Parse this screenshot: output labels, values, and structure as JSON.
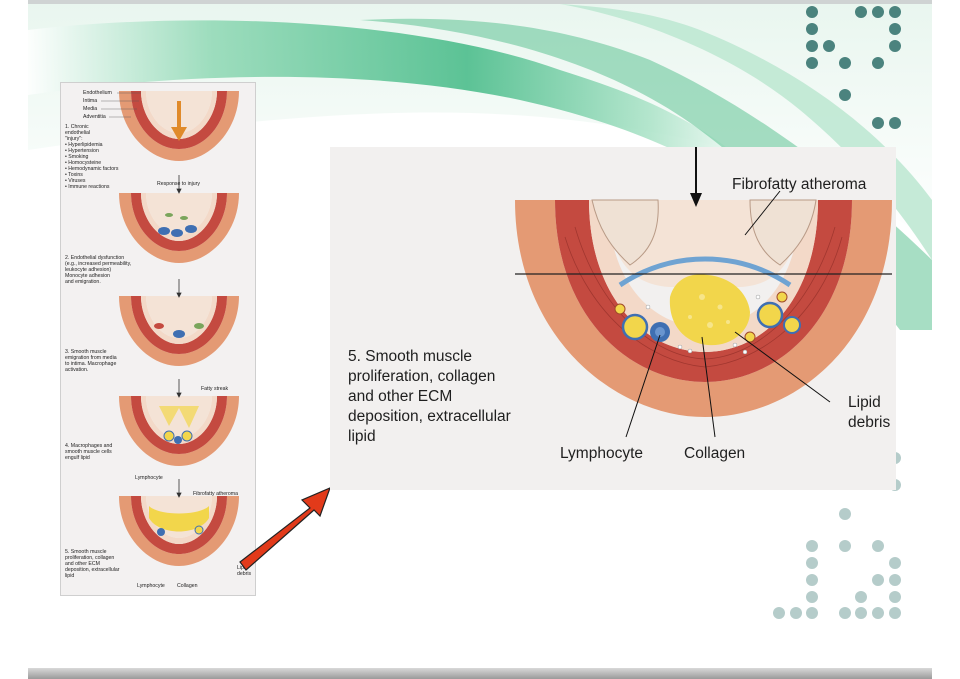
{
  "small_figure": {
    "layer_labels": [
      "Endothelium",
      "Intima",
      "Media",
      "Adventitia"
    ],
    "step1": [
      "1. Chronic",
      "endothelial",
      "\"injury\":",
      "• Hyperlipidemia",
      "• Hypertension",
      "• Smoking",
      "• Homocysteine",
      "• Hemodynamic factors",
      "• Toxins",
      "• Viruses",
      "• Immune reactions"
    ],
    "response_label": "Response to injury",
    "step2": [
      "2. Endothelial dysfunction",
      "(e.g., increased permeability,",
      "leukocyte adhesion)",
      "Monocyte adhesion",
      "and emigration."
    ],
    "step3": [
      "3. Smooth muscle",
      "emigration from media",
      "to intima. Macrophage",
      "activation."
    ],
    "fatty_streak_label": "Fatty streak",
    "step4": [
      "4. Macrophages and",
      "smooth muscle cells",
      "engulf lipid"
    ],
    "lymphocyte_label4": "Lymphocyte",
    "fibrofatty_label": "Fibrofatty atheroma",
    "step5": [
      "5. Smooth muscle",
      "proliferation, collagen",
      "and other ECM",
      "deposition, extracellular",
      "lipid"
    ],
    "lipid_debris_label": "Lipid\ndebris",
    "lymphocyte_label5": "Lymphocyte",
    "collagen_label": "Collagen"
  },
  "large_figure": {
    "title_label": "Fibrofatty atheroma",
    "step_text": "5. Smooth muscle\nproliferation, collagen\nand other ECM\ndeposition, extracellular\nlipid",
    "lipid_debris_label": "Lipid\ndebris",
    "lymphocyte_label": "Lymphocyte",
    "collagen_label": "Collagen"
  },
  "colors": {
    "media": "#c44a40",
    "adventitia": "#e49a74",
    "intima": "#f3d9c8",
    "lumen": "#f4e3d6",
    "lipid_core": "#f2d64b",
    "lymphocyte": "#3f6fb2",
    "pointer_arrow": "#e23a1a",
    "dots": "#2f6f6a"
  },
  "icons": [
    "orange-down-arrow-icon",
    "red-pointer-arrow-icon"
  ]
}
